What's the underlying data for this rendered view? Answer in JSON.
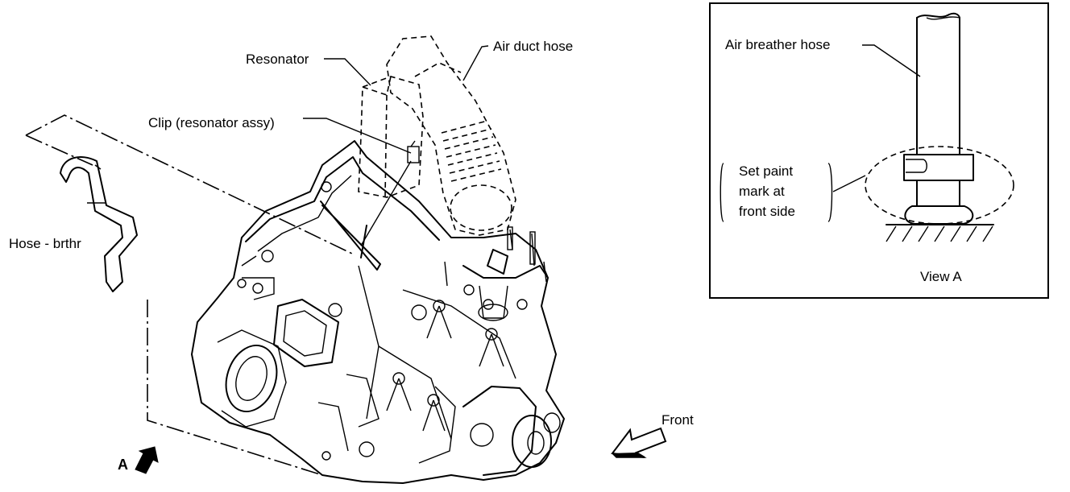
{
  "labels": {
    "resonator": "Resonator",
    "air_duct_hose": "Air duct hose",
    "clip": "Clip (resonator assy)",
    "hose_brthr": "Hose - brthr",
    "front": "Front",
    "view_a_marker": "A"
  },
  "inset": {
    "air_breather_hose": "Air breather hose",
    "paint_mark_line1": "Set paint",
    "paint_mark_line2": "mark at",
    "paint_mark_line3": "front side",
    "view_a": "View A"
  }
}
